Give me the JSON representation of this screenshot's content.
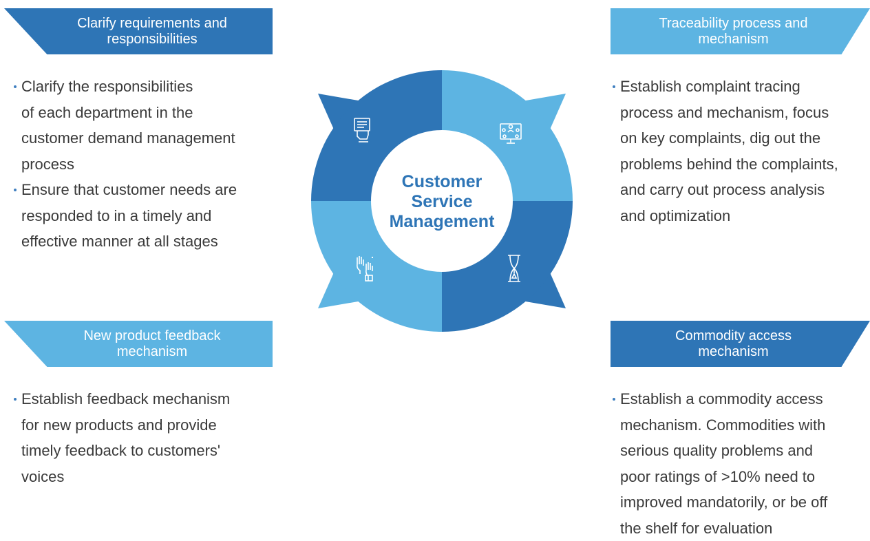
{
  "colors": {
    "dark_blue": "#2e75b6",
    "light_blue": "#5db4e2",
    "text": "#3a3a3a"
  },
  "center": {
    "line1": "Customer",
    "line2": "Service",
    "line3": "Management"
  },
  "sections": {
    "top_left": {
      "title": "Clarify requirements and\nresponsibilities",
      "color": "#2e75b6",
      "icon": "document-hand-icon",
      "bullets": [
        "Clarify the responsibilities\nof each department in the\ncustomer demand management\nprocess",
        "Ensure that customer needs are\nresponded to in a timely and\neffective manner at all stages"
      ]
    },
    "top_right": {
      "title": "Traceability process and\nmechanism",
      "color": "#5db4e2",
      "icon": "network-monitor-icon",
      "bullets": [
        "Establish complaint tracing\nprocess and mechanism, focus\non key complaints, dig out the\nproblems behind the complaints,\nand carry out process analysis\nand optimization"
      ]
    },
    "bottom_left": {
      "title": "New product feedback\nmechanism",
      "color": "#5db4e2",
      "icon": "raised-hands-icon",
      "bullets": [
        "Establish feedback mechanism\nfor new products and provide\ntimely feedback to customers'\nvoices"
      ]
    },
    "bottom_right": {
      "title": "Commodity access\nmechanism",
      "color": "#2e75b6",
      "icon": "hourglass-icon",
      "bullets": [
        "Establish a commodity access\nmechanism. Commodities with\nserious quality problems and\npoor ratings of >10% need to\nimproved mandatorily, or be off\nthe shelf for evaluation"
      ]
    }
  }
}
